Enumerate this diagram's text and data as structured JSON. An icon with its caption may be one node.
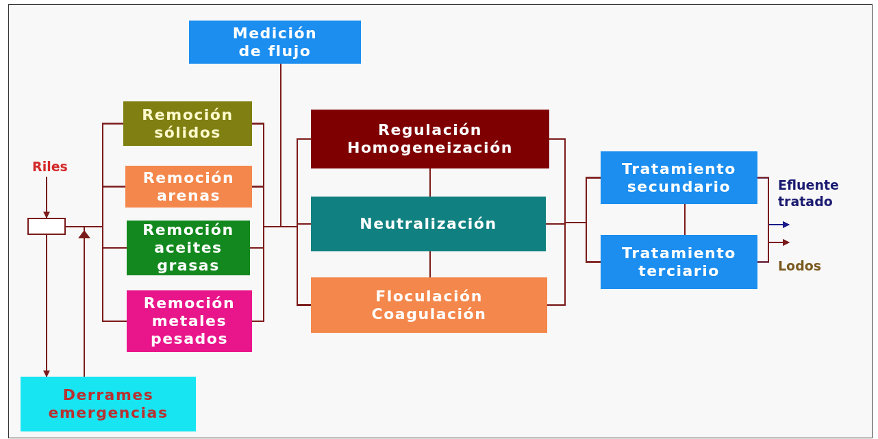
{
  "diagram": {
    "nodes": [
      {
        "text": [
          "Riles"
        ]
      },
      {
        "text": [],
        "shape": "box"
      },
      {
        "text": [
          "Medición de flujo"
        ]
      },
      {
        "text": [
          "Remoción sólidos"
        ]
      },
      {
        "text": [
          "Remoción arenas"
        ]
      },
      {
        "text": [
          "Remoción aceites grasas"
        ]
      },
      {
        "text": [
          "Remoción metales pesados"
        ]
      },
      {
        "text": [
          "Regulación Homogeneización"
        ]
      },
      {
        "text": [
          "Neutralización"
        ]
      },
      {
        "text": [
          "Floculación Coagulación"
        ]
      },
      {
        "text": [
          "Tratamiento secundario"
        ]
      },
      {
        "text": [
          "Tratamiento terciario"
        ]
      },
      {
        "text": [
          "Efluente tratado"
        ]
      },
      {
        "text": [
          "Lodos"
        ]
      },
      {
        "text": [
          "Derrames emergencias"
        ]
      }
    ],
    "edges": [
      {
        "from": 0,
        "to": 1,
        "arrow": "to"
      },
      {
        "from": 1,
        "to": 14,
        "arrow": "to"
      },
      {
        "from": 14,
        "to": 3,
        "arrow": "to"
      },
      {
        "from": 14,
        "to": 4,
        "arrow": "to"
      },
      {
        "from": 14,
        "to": 5,
        "arrow": "to"
      },
      {
        "from": 14,
        "to": 6,
        "arrow": "to"
      },
      {
        "from": 1,
        "to": 3,
        "arrow": "none"
      },
      {
        "from": 1,
        "to": 4,
        "arrow": "none"
      },
      {
        "from": 1,
        "to": 5,
        "arrow": "none"
      },
      {
        "from": 1,
        "to": 6,
        "arrow": "none"
      },
      {
        "from": 3,
        "to": 7,
        "arrow": "none"
      },
      {
        "from": 3,
        "to": 8,
        "arrow": "none"
      },
      {
        "from": 3,
        "to": 9,
        "arrow": "none"
      },
      {
        "from": 4,
        "to": 7,
        "arrow": "none"
      },
      {
        "from": 4,
        "to": 8,
        "arrow": "none"
      },
      {
        "from": 4,
        "to": 9,
        "arrow": "none"
      },
      {
        "from": 5,
        "to": 7,
        "arrow": "none"
      },
      {
        "from": 5,
        "to": 8,
        "arrow": "none"
      },
      {
        "from": 5,
        "to": 9,
        "arrow": "none"
      },
      {
        "from": 6,
        "to": 7,
        "arrow": "none"
      },
      {
        "from": 6,
        "to": 8,
        "arrow": "none"
      },
      {
        "from": 6,
        "to": 9,
        "arrow": "none"
      },
      {
        "from": 2,
        "to": 7,
        "arrow": "none"
      },
      {
        "from": 2,
        "to": 8,
        "arrow": "none"
      },
      {
        "from": 2,
        "to": 9,
        "arrow": "none"
      },
      {
        "from": 7,
        "to": 8,
        "arrow": "none"
      },
      {
        "from": 8,
        "to": 9,
        "arrow": "none"
      },
      {
        "from": 7,
        "to": 10,
        "arrow": "none"
      },
      {
        "from": 7,
        "to": 11,
        "arrow": "none"
      },
      {
        "from": 8,
        "to": 10,
        "arrow": "none"
      },
      {
        "from": 8,
        "to": 11,
        "arrow": "none"
      },
      {
        "from": 9,
        "to": 10,
        "arrow": "none"
      },
      {
        "from": 9,
        "to": 11,
        "arrow": "none"
      },
      {
        "from": 10,
        "to": 11,
        "arrow": "none"
      },
      {
        "from": 10,
        "to": 12,
        "arrow": "to",
        "color": "#1a1a8a"
      },
      {
        "from": 11,
        "to": 12,
        "arrow": "to",
        "color": "#1a1a8a"
      },
      {
        "from": 10,
        "to": 13,
        "arrow": "to"
      },
      {
        "from": 11,
        "to": 13,
        "arrow": "to"
      }
    ]
  }
}
